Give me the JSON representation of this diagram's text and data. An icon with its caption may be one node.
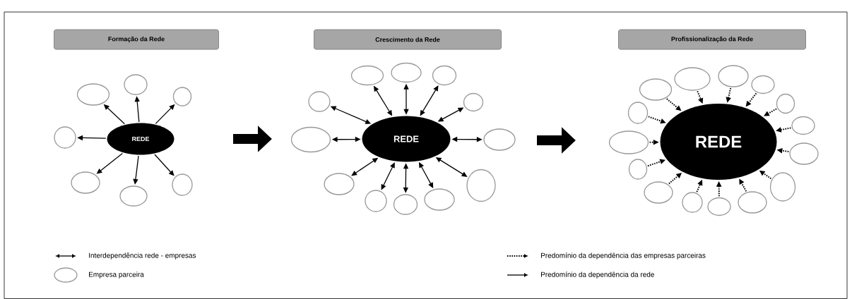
{
  "diagram": {
    "nodes": [
      {
        "text": [
          "Formação da Rede"
        ]
      },
      {
        "text": [
          "REDE"
        ]
      },
      {
        "text": [],
        "shape": "ellipse"
      },
      {
        "text": [],
        "shape": "ellipse"
      },
      {
        "text": [],
        "shape": "ellipse"
      },
      {
        "text": [],
        "shape": "ellipse"
      },
      {
        "text": [],
        "shape": "ellipse"
      },
      {
        "text": [],
        "shape": "ellipse"
      },
      {
        "text": [],
        "shape": "ellipse"
      },
      {
        "text": [
          "Crescimento da Rede"
        ]
      },
      {
        "text": [
          "REDE"
        ]
      },
      {
        "text": [],
        "shape": "ellipse"
      },
      {
        "text": [],
        "shape": "ellipse"
      },
      {
        "text": [],
        "shape": "ellipse"
      },
      {
        "text": [],
        "shape": "ellipse"
      },
      {
        "text": [],
        "shape": "ellipse"
      },
      {
        "text": [],
        "shape": "ellipse"
      },
      {
        "text": [],
        "shape": "ellipse"
      },
      {
        "text": [],
        "shape": "ellipse"
      },
      {
        "text": [],
        "shape": "ellipse"
      },
      {
        "text": [],
        "shape": "ellipse"
      },
      {
        "text": [],
        "shape": "ellipse"
      },
      {
        "text": [],
        "shape": "ellipse"
      },
      {
        "text": [
          "Profissionalização da Rede"
        ]
      },
      {
        "text": [
          "REDE"
        ]
      },
      {
        "text": [],
        "shape": "ellipse"
      },
      {
        "text": [],
        "shape": "ellipse"
      },
      {
        "text": [],
        "shape": "ellipse"
      },
      {
        "text": [],
        "shape": "ellipse"
      },
      {
        "text": [],
        "shape": "ellipse"
      },
      {
        "text": [],
        "shape": "ellipse"
      },
      {
        "text": [],
        "shape": "ellipse"
      },
      {
        "text": [],
        "shape": "ellipse"
      },
      {
        "text": [],
        "shape": "ellipse"
      },
      {
        "text": [],
        "shape": "ellipse"
      },
      {
        "text": [],
        "shape": "ellipse"
      },
      {
        "text": [],
        "shape": "ellipse"
      },
      {
        "text": [],
        "shape": "ellipse"
      },
      {
        "text": [],
        "shape": "ellipse"
      },
      {
        "text": [],
        "shape": "ellipse"
      }
    ],
    "edges": [
      {
        "from": 1,
        "to": 2,
        "arrow": "to"
      },
      {
        "from": 1,
        "to": 3,
        "arrow": "to"
      },
      {
        "from": 1,
        "to": 4,
        "arrow": "to"
      },
      {
        "from": 1,
        "to": 5,
        "arrow": "to"
      },
      {
        "from": 1,
        "to": 6,
        "arrow": "to"
      },
      {
        "from": 1,
        "to": 7,
        "arrow": "to"
      },
      {
        "from": 1,
        "to": 8,
        "arrow": "to"
      },
      {
        "from": 10,
        "to": 11,
        "arrow": "both"
      },
      {
        "from": 10,
        "to": 12,
        "arrow": "both"
      },
      {
        "from": 10,
        "to": 13,
        "arrow": "both"
      },
      {
        "from": 10,
        "to": 14,
        "arrow": "both"
      },
      {
        "from": 10,
        "to": 15,
        "arrow": "both"
      },
      {
        "from": 10,
        "to": 16,
        "arrow": "both"
      },
      {
        "from": 10,
        "to": 17,
        "arrow": "both"
      },
      {
        "from": 10,
        "to": 18,
        "arrow": "both"
      },
      {
        "from": 10,
        "to": 19,
        "arrow": "both"
      },
      {
        "from": 10,
        "to": 20,
        "arrow": "both"
      },
      {
        "from": 10,
        "to": 21,
        "arrow": "both"
      },
      {
        "from": 10,
        "to": 22,
        "arrow": "both"
      },
      {
        "from": 25,
        "to": 24,
        "arrow": "to",
        "style": "dashed"
      },
      {
        "from": 26,
        "to": 24,
        "arrow": "to",
        "style": "dashed"
      },
      {
        "from": 27,
        "to": 24,
        "arrow": "to",
        "style": "dashed"
      },
      {
        "from": 28,
        "to": 24,
        "arrow": "to",
        "style": "dashed"
      },
      {
        "from": 29,
        "to": 24,
        "arrow": "to",
        "style": "dashed"
      },
      {
        "from": 30,
        "to": 24,
        "arrow": "to",
        "style": "dashed"
      },
      {
        "from": 31,
        "to": 24,
        "arrow": "to",
        "style": "dashed"
      },
      {
        "from": 32,
        "to": 24,
        "arrow": "to",
        "style": "dashed"
      },
      {
        "from": 33,
        "to": 24,
        "arrow": "to",
        "style": "dashed"
      },
      {
        "from": 34,
        "to": 24,
        "arrow": "to",
        "style": "dashed"
      },
      {
        "from": 35,
        "to": 24,
        "arrow": "to",
        "style": "dashed"
      },
      {
        "from": 36,
        "to": 24,
        "arrow": "to",
        "style": "dashed"
      },
      {
        "from": 37,
        "to": 24,
        "arrow": "to",
        "style": "dashed"
      },
      {
        "from": 38,
        "to": 24,
        "arrow": "to",
        "style": "dashed"
      },
      {
        "from": 39,
        "to": 24,
        "arrow": "to",
        "style": "dashed"
      }
    ],
    "legend": [
      {
        "text": "Interdependência rede - empresas"
      },
      {
        "text": "Predomínio da dependência das empresas parceiras"
      },
      {
        "text": "Empresa parceira"
      },
      {
        "text": "Predomínio da dependência da rede"
      }
    ]
  }
}
